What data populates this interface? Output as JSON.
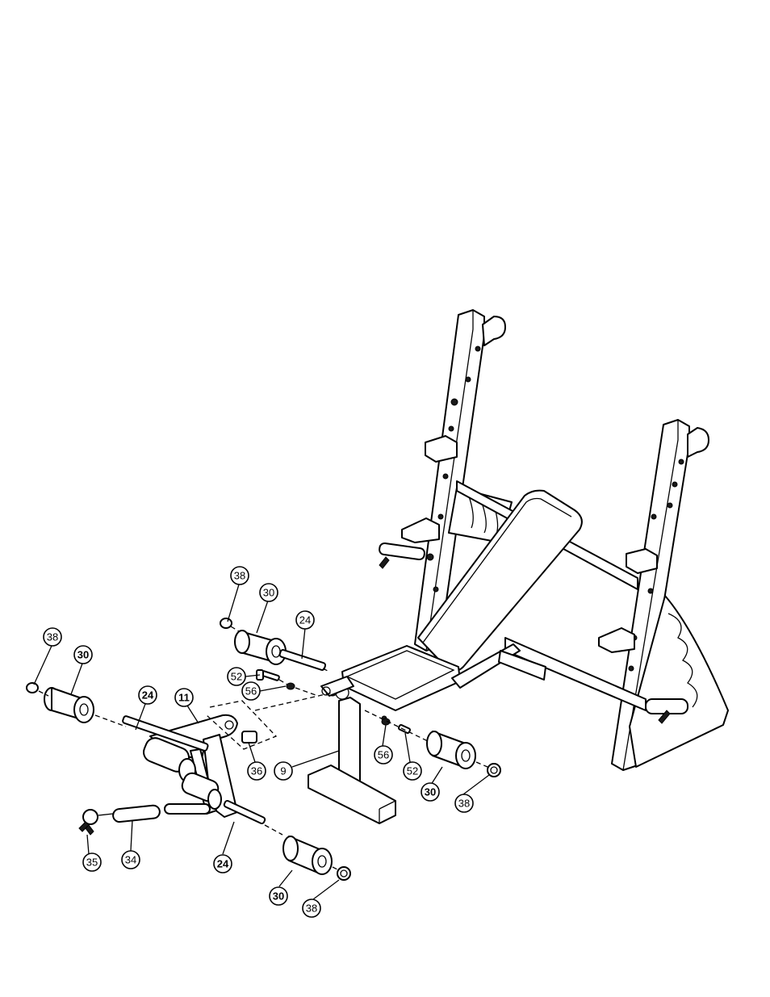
{
  "callouts": [
    {
      "id": "c1",
      "label": "38",
      "bold": false
    },
    {
      "id": "c2",
      "label": "30",
      "bold": false
    },
    {
      "id": "c3",
      "label": "24",
      "bold": false
    },
    {
      "id": "c4",
      "label": "52",
      "bold": false
    },
    {
      "id": "c5",
      "label": "56",
      "bold": false
    },
    {
      "id": "c6",
      "label": "38",
      "bold": false
    },
    {
      "id": "c7",
      "label": "30",
      "bold": true
    },
    {
      "id": "c8",
      "label": "24",
      "bold": true
    },
    {
      "id": "c9",
      "label": "11",
      "bold": true
    },
    {
      "id": "c10",
      "label": "36",
      "bold": false
    },
    {
      "id": "c11",
      "label": "9",
      "bold": false
    },
    {
      "id": "c12",
      "label": "56",
      "bold": false
    },
    {
      "id": "c13",
      "label": "52",
      "bold": false
    },
    {
      "id": "c14",
      "label": "30",
      "bold": true
    },
    {
      "id": "c15",
      "label": "38",
      "bold": false
    },
    {
      "id": "c16",
      "label": "35",
      "bold": false
    },
    {
      "id": "c17",
      "label": "34",
      "bold": false
    },
    {
      "id": "c18",
      "label": "24",
      "bold": true
    },
    {
      "id": "c19",
      "label": "30",
      "bold": true
    },
    {
      "id": "c20",
      "label": "38",
      "bold": false
    }
  ]
}
